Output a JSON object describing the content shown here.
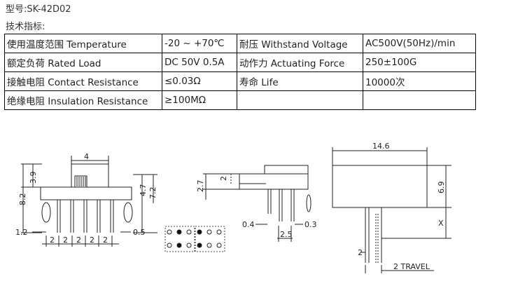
{
  "header": {
    "model": "型号:SK-42D02",
    "spec_heading": "技术指标:"
  },
  "specs": {
    "rows": [
      [
        "使用温度范围 Temperature",
        "-20 ~ +70℃",
        "耐压 Withstand Voltage",
        "AC500V(50Hz)/min"
      ],
      [
        "额定负荷 Rated Load",
        "DC 50V 0.5A",
        "动作力 Actuating Force",
        "250±100G"
      ],
      [
        "接触电阻 Contact Resistance",
        "≤0.03Ω",
        "寿命 Life",
        "10000次"
      ],
      [
        "绝缘电阻 Insulation Resistance",
        "≥100MΩ",
        "",
        ""
      ]
    ]
  },
  "drawing_front": {
    "dim_width": "4",
    "dim_left_upper": "3.9",
    "dim_left_total": "8.2",
    "dim_right_a": "4.7",
    "dim_right_b": "7.2",
    "dim_pin_left": "1.2",
    "dim_pin_right": "0.5",
    "pitch": [
      "2",
      "2",
      "2",
      "2",
      "2"
    ]
  },
  "drawing_side": {
    "dim_height": "2.7",
    "dim_tab": "2",
    "dim_left": "0.4",
    "dim_right": "0.3",
    "dim_bottom": "2.5"
  },
  "drawing_actuator": {
    "dim_width": "14.6",
    "dim_height": "6.9",
    "dim_x": "X",
    "dim_small": "2",
    "travel": "2 TRAVEL"
  }
}
